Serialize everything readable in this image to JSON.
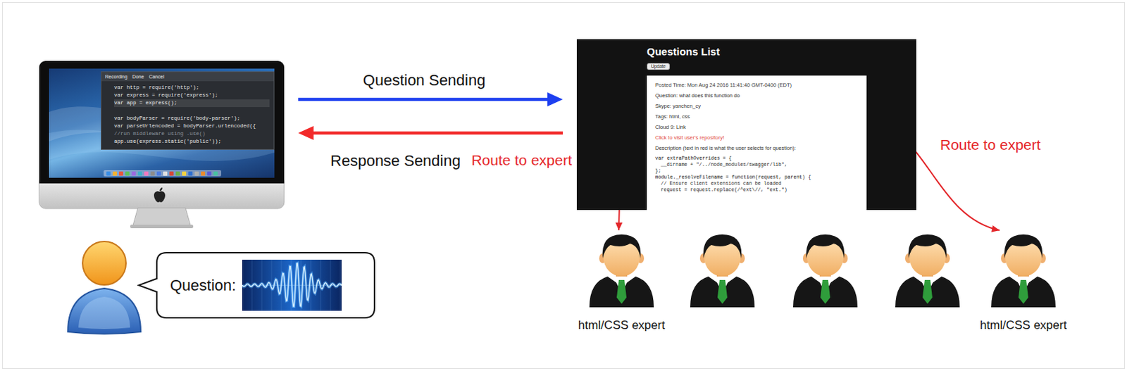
{
  "diagram": {
    "nodes": [
      {
        "text": [
          "Recording",
          "Done",
          "Cancel",
          "var http = require('http');",
          "var express = require('express');",
          "var app = express();",
          "var bodyParser = require('body-parser');",
          "var parseUrlencoded = bodyParser.urlencoded({",
          "//run middleware using .use()",
          "app.use(express.static('public'));"
        ]
      },
      {
        "text": [
          "Questions List"
        ]
      },
      {
        "text": [
          "Update"
        ],
        "in": 1
      },
      {
        "text": [
          "Posted Time: Mon Aug 24 2016 11:41:40 GMT-0400 (EDT)",
          "Question: what does this function do",
          "Skype: yanchen_cy",
          "Tags: html, css",
          "Cloud 9: Link",
          "Click to visit user's repository!",
          "Description (text in red is what the user selects for question):",
          "var extraPathOverrides = {",
          "__dirname + \"/../node_modules/swagger/lib\",",
          "};",
          "module._resolveFilename = function(request, parent) {",
          "// Ensure client extensions can be loaded",
          "request = request.replace(/^ext\\//, \"ext.\")"
        ],
        "in": 1
      },
      {
        "text": [
          "Question:"
        ]
      },
      {
        "text": [
          "html/CSS expert"
        ]
      },
      {
        "text": [
          "html/CSS expert"
        ]
      }
    ],
    "edges": [
      {
        "from": 0,
        "to": 1,
        "arrow": "to",
        "label": "Question Sending"
      },
      {
        "from": 1,
        "to": 0,
        "arrow": "to",
        "label": "Response Sending"
      },
      {
        "from": 3,
        "to": 5,
        "arrow": "to",
        "label": "Route to expert"
      },
      {
        "from": 3,
        "to": 6,
        "arrow": "to",
        "label": "Route to expert"
      }
    ]
  }
}
